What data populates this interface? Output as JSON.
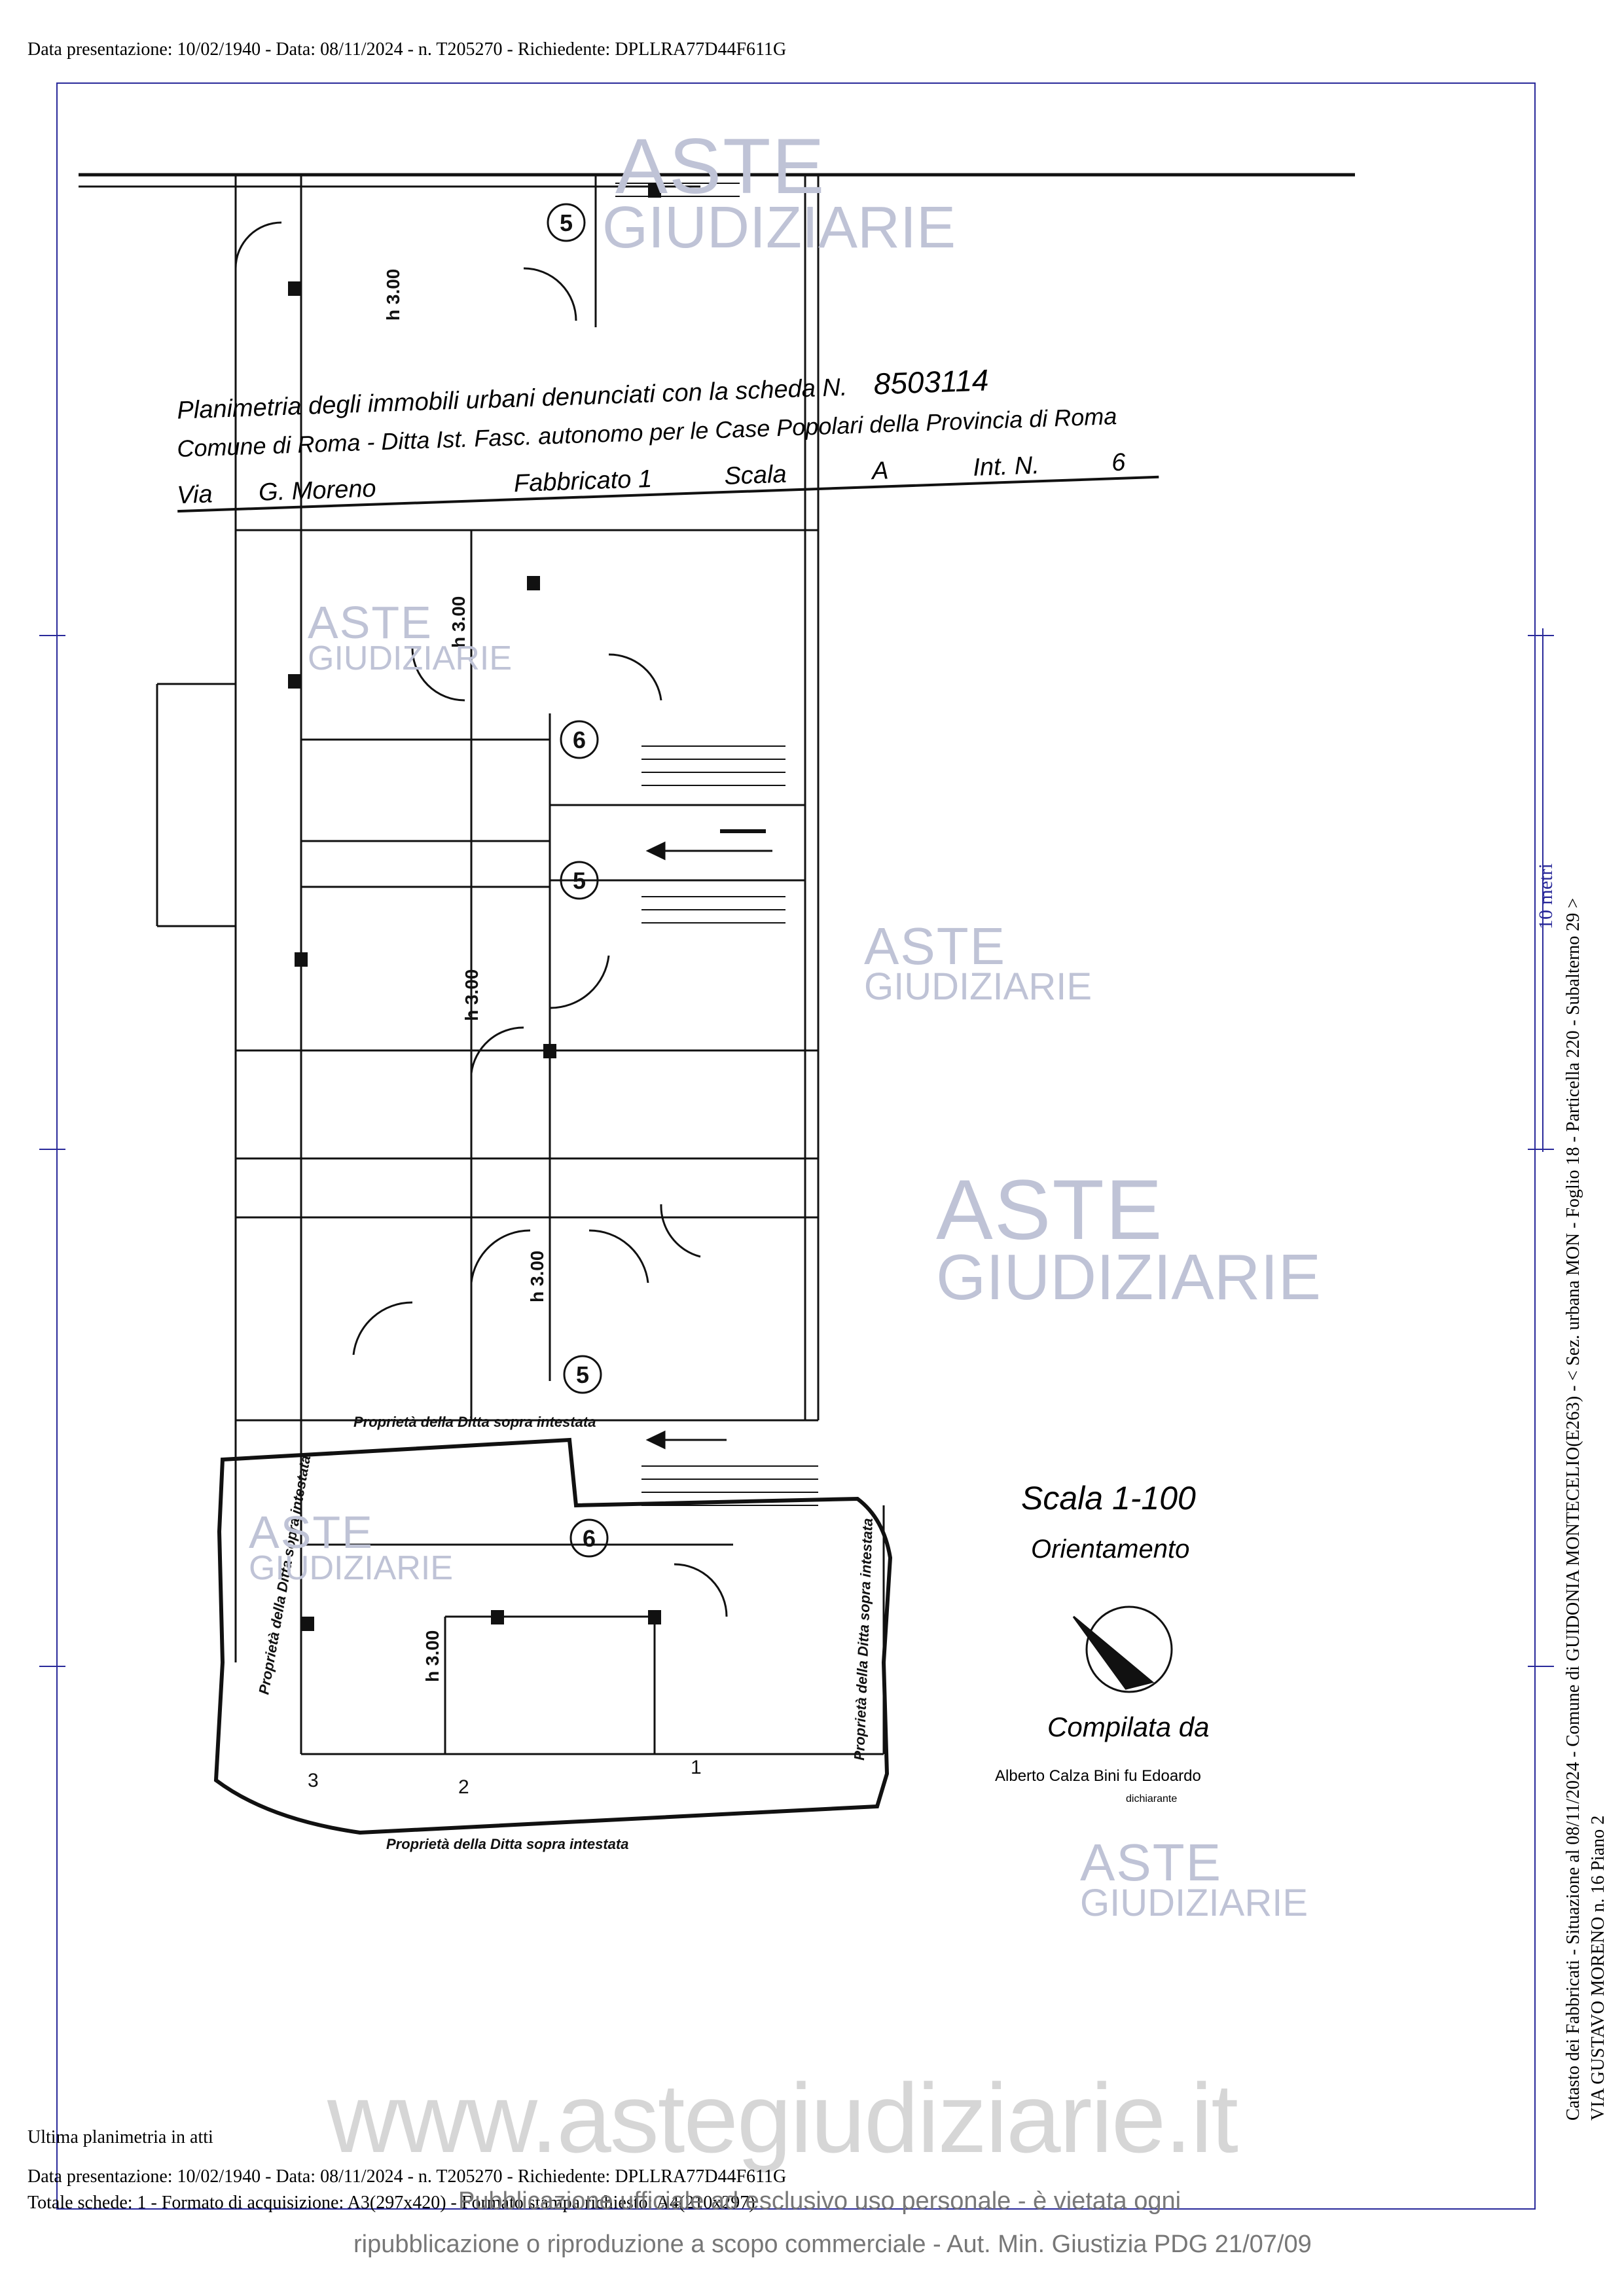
{
  "header": {
    "line": "Data presentazione: 10/02/1940 - Data: 08/11/2024 - n. T205270 - Richiedente: DPLLRA77D44F611G"
  },
  "side": {
    "scale_label": "10 metri",
    "line1": "Catasto dei Fabbricati - Situazione al 08/11/2024 - Comune di GUIDONIA MONTECELIO(E263) - < Sez. urbana MON - Foglio 18 - Particella 220 - Subalterno 29 >",
    "line2": "VIA GUSTAVO MORENO n. 16 Piano 2"
  },
  "plan": {
    "title1": "Planimetria degli immobili urbani denunciati con la scheda N.",
    "scheda_num": "8503114",
    "title2": "Comune di Roma - Ditta Ist. Fasc. autonomo per le Case Popolari della Provincia di Roma",
    "via_label": "Via",
    "via_name": "G. Moreno",
    "fabbricato": "Fabbricato 1",
    "scala_label": "Scala",
    "scala_val": "A",
    "int_label": "Int. N.",
    "int_val": "6",
    "h1": "h 3.00",
    "h2": "h 3.00",
    "h3": "h 3.00",
    "h4": "h 3.00",
    "h5": "h 3.00",
    "circle5": "5",
    "circle6": "6",
    "proprieta": "Proprietà della Ditta sopra intestata",
    "scala_ratio": "Scala 1-100",
    "orientamento": "Orientamento",
    "compilata": "Compilata da",
    "compiler": "Alberto Calza Bini fu Edoardo",
    "dichiarante": "dichiarante",
    "room1": "1",
    "room2": "2",
    "room3": "3"
  },
  "watermark": {
    "aste": "ASTE",
    "giudiziarie": "GIUDIZIARIE",
    "url": "www.astegiudiziarie.it"
  },
  "footer": {
    "ultima": "Ultima planimetria in atti",
    "line1": "Data presentazione: 10/02/1940 - Data: 08/11/2024 - n. T205270 - Richiedente: DPLLRA77D44F611G",
    "line2": "Totale schede: 1 - Formato di acquisizione: A3(297x420) - Formato stampa richiesto: A4(210x297)",
    "pub1": "Pubblicazione ufficiale ad esclusivo uso personale - è vietata ogni",
    "pub2": "ripubblicazione o riproduzione a scopo commerciale - Aut. Min. Giustizia PDG 21/07/09"
  },
  "colors": {
    "frame": "#2a2a9a",
    "watermark": "#bfc3d6"
  }
}
